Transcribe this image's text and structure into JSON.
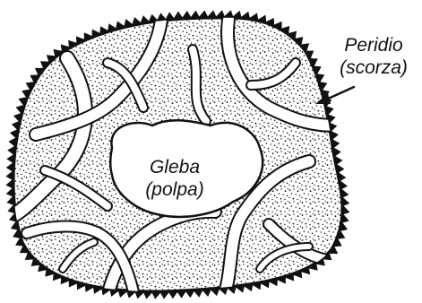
{
  "labels": {
    "peridio_line1": "Peridio",
    "peridio_line2": "(scorza)",
    "gleba_line1": "Gleba",
    "gleba_line2": "(polpa)"
  },
  "colors": {
    "ink": "#111111",
    "paper": "#ffffff"
  }
}
